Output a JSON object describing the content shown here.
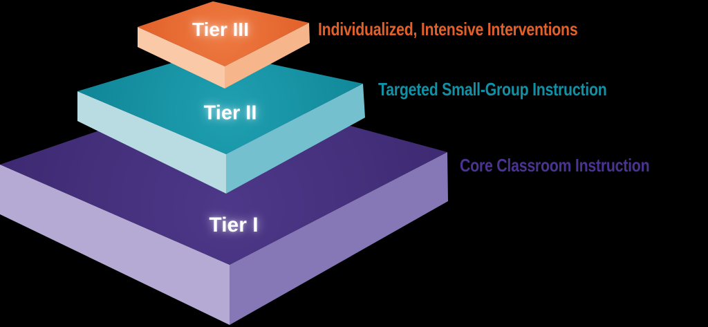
{
  "background": "#000000",
  "diagram": {
    "type": "tiered-stack",
    "description": "Three stacked 3D tiers (MTSS/RTI pyramid)",
    "tiers": [
      {
        "label": "Tier I",
        "annotation": "Core Classroom Instruction",
        "top_color": "#4D3889",
        "top_edge_color": "#3E2A72",
        "left_face_color": "#B4AAD3",
        "right_face_color": "#8678B6",
        "annotation_color": "#4B3491",
        "label_color": "#FFFFFF"
      },
      {
        "label": "Tier II",
        "annotation": "Targeted Small-Group Instruction",
        "top_color": "#1FA0B1",
        "top_edge_color": "#0E8496",
        "left_face_color": "#B8DCE2",
        "right_face_color": "#74C0CF",
        "annotation_color": "#1191A5",
        "label_color": "#FFFFFF"
      },
      {
        "label": "Tier III",
        "annotation": "Individualized, Intensive Interventions",
        "top_color": "#EE7A41",
        "top_edge_color": "#DF5B25",
        "left_face_color": "#F9C9A8",
        "right_face_color": "#F6B58A",
        "annotation_color": "#E2612B",
        "label_color": "#FFFFFF"
      }
    ]
  }
}
